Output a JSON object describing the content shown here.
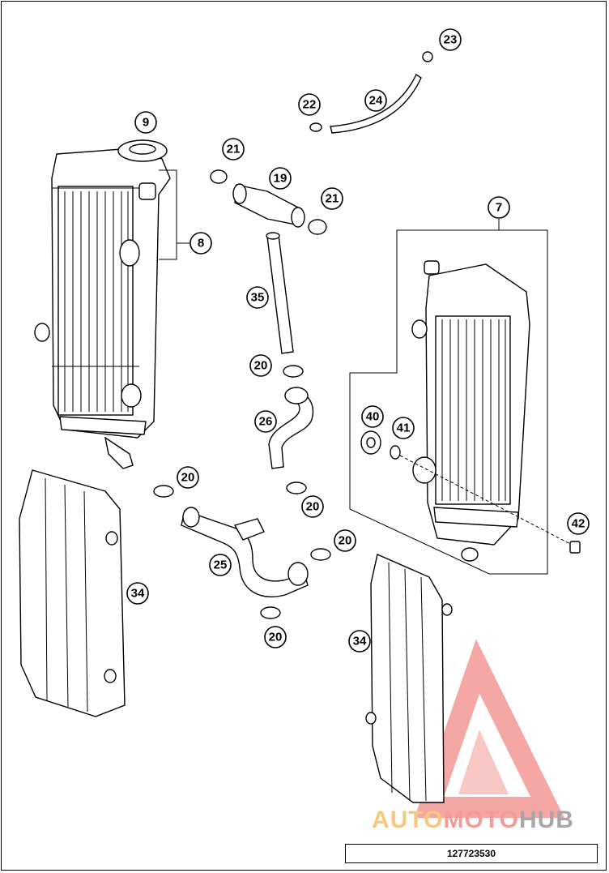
{
  "callouts": [
    {
      "id": "c9",
      "label": "9"
    },
    {
      "id": "c8",
      "label": "8"
    },
    {
      "id": "c21a",
      "label": "21"
    },
    {
      "id": "c19",
      "label": "19"
    },
    {
      "id": "c21b",
      "label": "21"
    },
    {
      "id": "c22",
      "label": "22"
    },
    {
      "id": "c24",
      "label": "24"
    },
    {
      "id": "c23",
      "label": "23"
    },
    {
      "id": "c7",
      "label": "7"
    },
    {
      "id": "c35",
      "label": "35"
    },
    {
      "id": "c20a",
      "label": "20"
    },
    {
      "id": "c26",
      "label": "26"
    },
    {
      "id": "c40",
      "label": "40"
    },
    {
      "id": "c41",
      "label": "41"
    },
    {
      "id": "c20b",
      "label": "20"
    },
    {
      "id": "c20c",
      "label": "20"
    },
    {
      "id": "c42",
      "label": "42"
    },
    {
      "id": "c25",
      "label": "25"
    },
    {
      "id": "c20d",
      "label": "20"
    },
    {
      "id": "c34a",
      "label": "34"
    },
    {
      "id": "c34b",
      "label": "34"
    },
    {
      "id": "c20e",
      "label": "20"
    }
  ],
  "watermark": {
    "part1": "AUTO",
    "part2": "MOTO",
    "part3": "HUB",
    "color_auto": "#f6c77f",
    "color_moto": "#f29b98",
    "color_hub": "#a7a7a7"
  },
  "reference_number": "127723530"
}
